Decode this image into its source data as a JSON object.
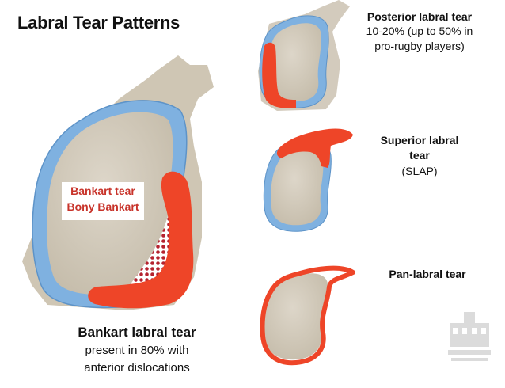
{
  "title": "Labral Tear Patterns",
  "posterior": {
    "title": "Posterior labral tear",
    "line1": "10-20% (up to 50% in",
    "line2": "pro-rugby players)"
  },
  "superior": {
    "line1": "Superior labral",
    "line2": "tear",
    "line3": "(SLAP)"
  },
  "pan": {
    "title": "Pan-labral tear"
  },
  "bankart": {
    "title": "Bankart labral tear",
    "line1": "present in 80% with",
    "line2": "anterior dislocations",
    "label1": "Bankart tear",
    "label2": "Bony Bankart"
  },
  "colors": {
    "bone": "#d3cbbd",
    "bone_dark": "#b9b0a0",
    "labrum": "#7fb1e0",
    "tear": "#ee4528",
    "label_red": "#c8332a"
  }
}
